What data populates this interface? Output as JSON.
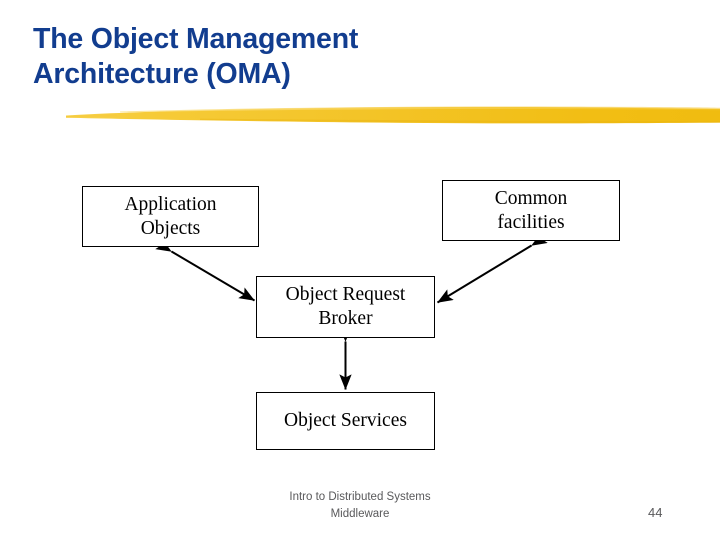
{
  "slide": {
    "title": "The Object Management\nArchitecture (OMA)",
    "title_color": "#123D8F",
    "accent_color": "#F2C029",
    "background_color": "#FFFFFF"
  },
  "diagram": {
    "nodes": [
      {
        "id": "application-objects",
        "label": "Application\nObjects"
      },
      {
        "id": "common-facilities",
        "label": "Common\nfacilities"
      },
      {
        "id": "object-request-broker",
        "label": "Object Request\nBroker"
      },
      {
        "id": "object-services",
        "label": "Object Services"
      }
    ],
    "connectors": [
      {
        "from": "application-objects",
        "to": "object-request-broker",
        "style": "double-headed-diagonal"
      },
      {
        "from": "common-facilities",
        "to": "object-request-broker",
        "style": "double-headed-diagonal"
      },
      {
        "from": "object-request-broker",
        "to": "object-services",
        "style": "double-headed-vertical"
      }
    ]
  },
  "footer": {
    "text": "Intro to Distributed Systems\nMiddleware",
    "page_number": "44",
    "color": "#59595B"
  }
}
